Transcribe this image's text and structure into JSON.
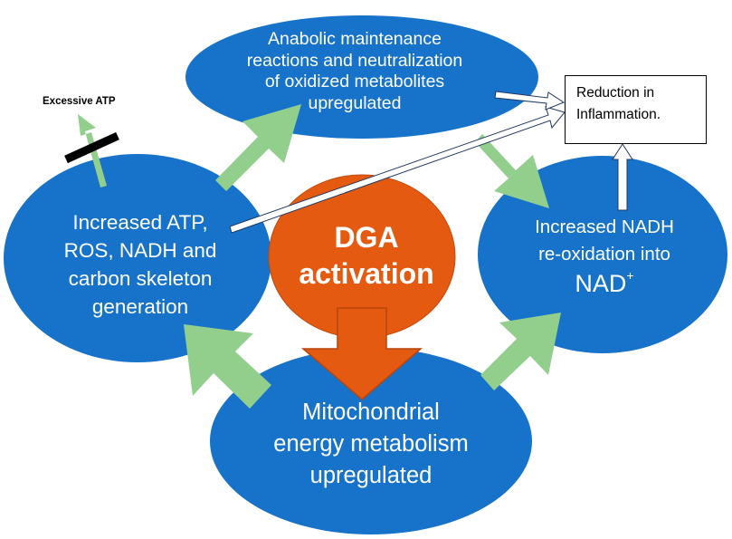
{
  "colors": {
    "ellipse_fill": "#1773c9",
    "ellipse_text": "#ffffff",
    "dga_fill": "#e35a10",
    "green_arrow": "#93cf8c",
    "box_border": "#000000"
  },
  "nodes": {
    "anabolic": {
      "lines": [
        "Anabolic maintenance",
        "reactions and neutralization",
        "of oxidized metabolites",
        "upregulated"
      ]
    },
    "atp_generation": {
      "lines": [
        "Increased ATP,",
        "ROS, NADH and",
        "carbon skeleton",
        "generation"
      ]
    },
    "nadh_reoxidation": {
      "lines": [
        "Increased NADH",
        "re-oxidation into"
      ],
      "last_line": "NAD",
      "superscript": "+"
    },
    "dga": {
      "lines": [
        "DGA",
        "activation"
      ]
    },
    "mitochondrial": {
      "lines": [
        "Mitochondrial",
        "energy metabolism",
        "upregulated"
      ]
    },
    "inflammation_box": {
      "lines": [
        "Reduction in",
        "Inflammation."
      ]
    },
    "excessive_atp": {
      "label": "Excessive ATP"
    }
  }
}
